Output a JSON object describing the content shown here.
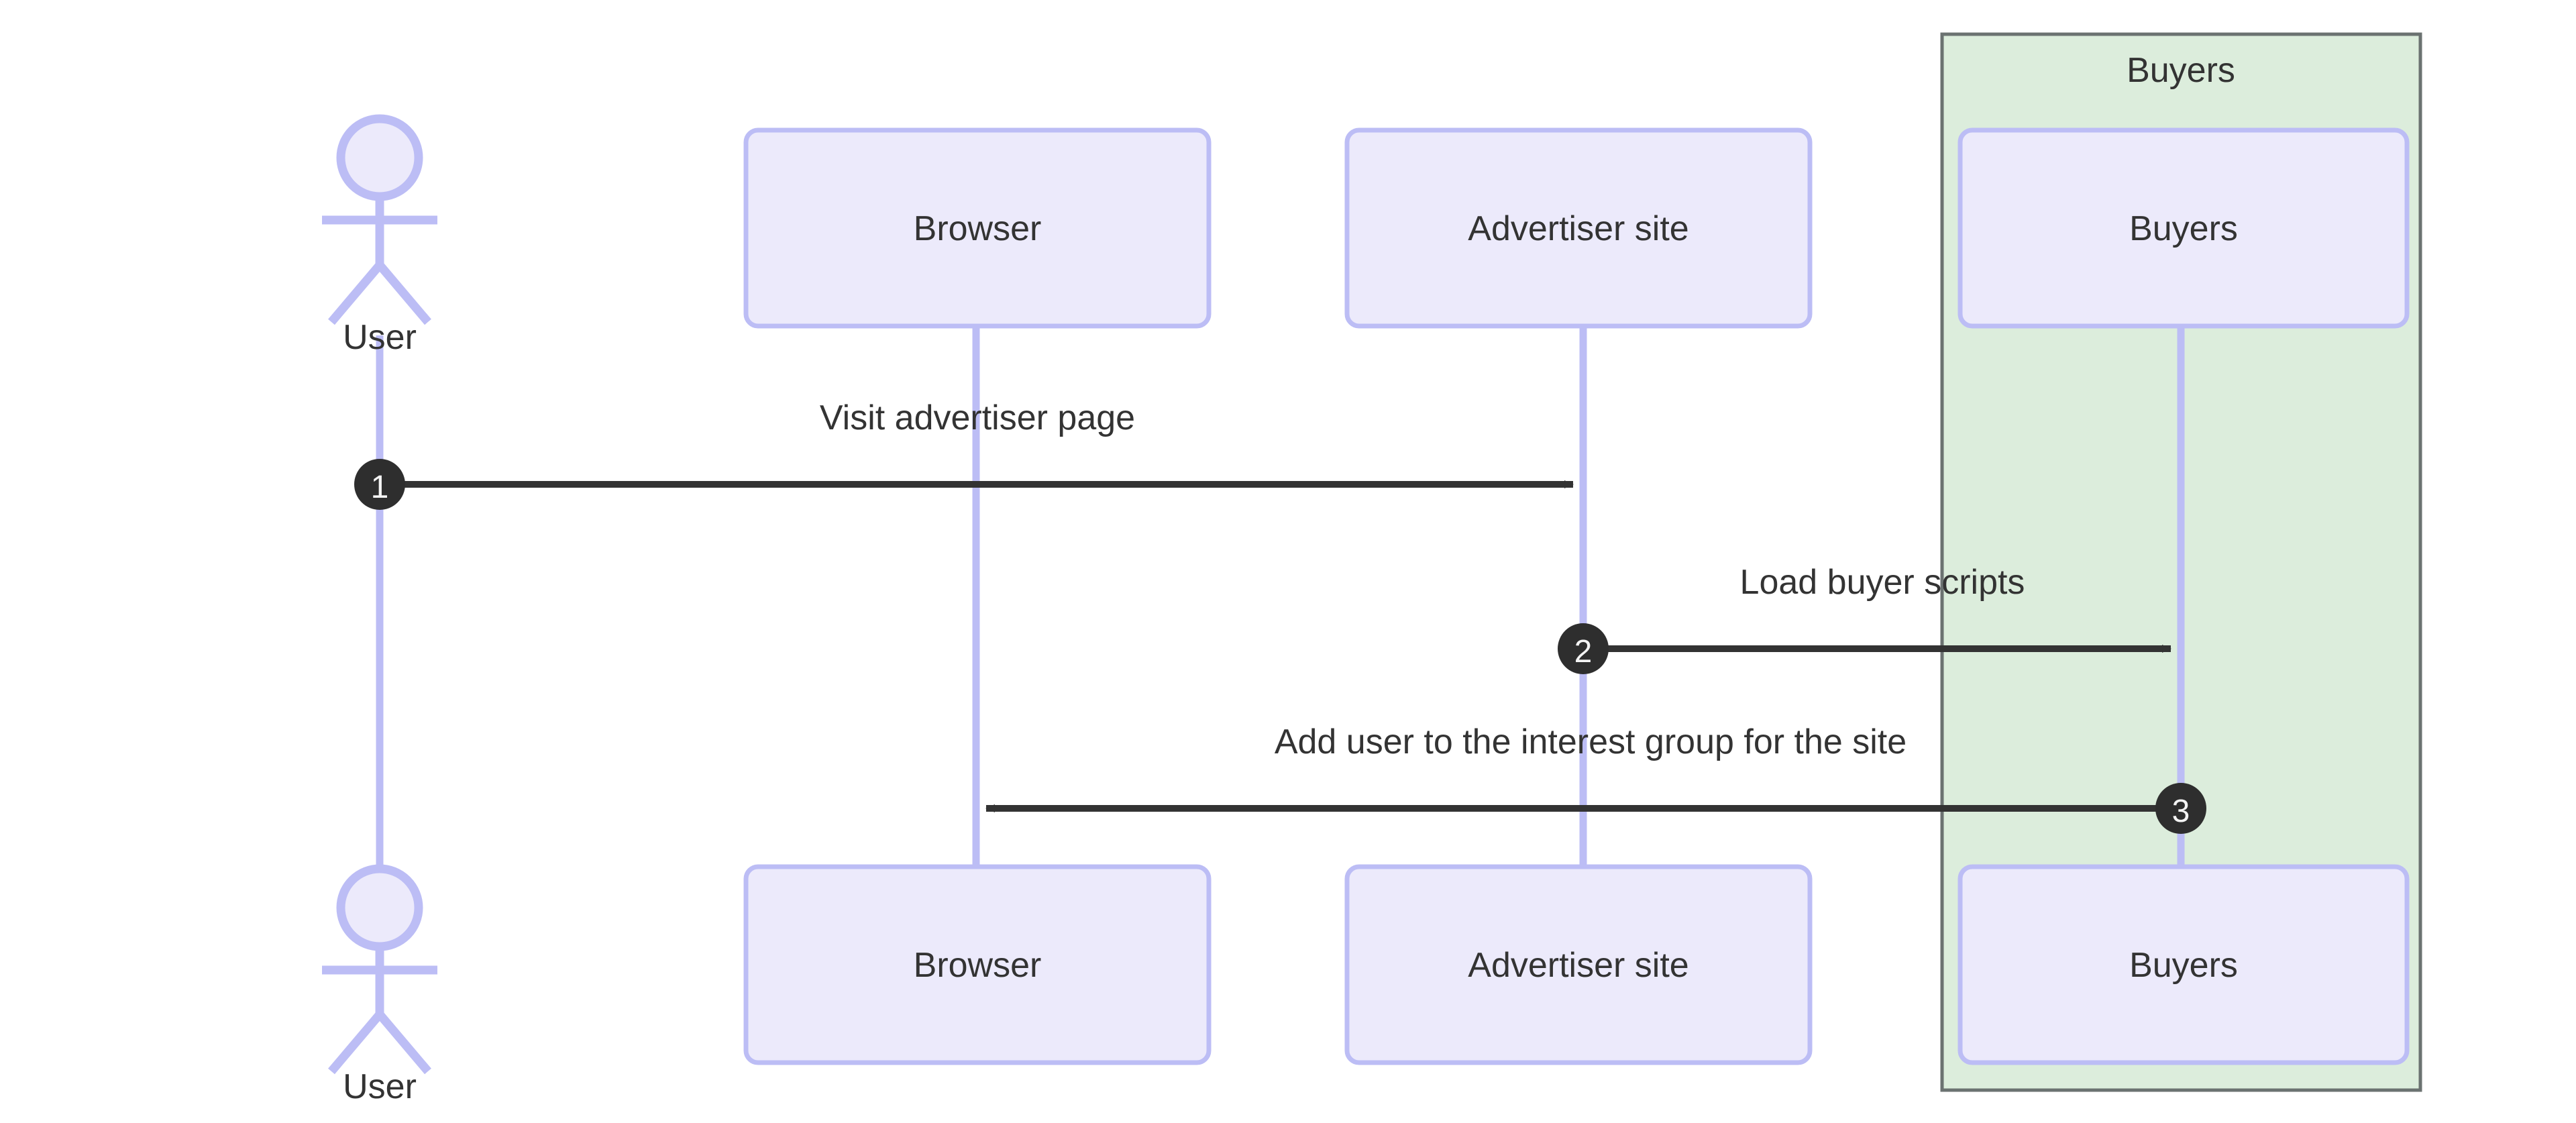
{
  "diagram": {
    "kind": "sequence-diagram",
    "background": "#ffffff",
    "colors": {
      "participant_fill": "#ECEAFB",
      "participant_stroke": "#BCBDF5",
      "lifeline_stroke": "#BCBDF5",
      "actor_stroke": "#BCBDF5",
      "actor_fill": "#ECEAFB",
      "group_fill": "#DCEDDC",
      "group_stroke": "#6B7271",
      "message_stroke": "#333333",
      "text_color": "#333333",
      "seq_circle_fill": "#2E2E2E",
      "seq_number_color": "#F4F4F4"
    },
    "actors": [
      {
        "id": "user-top",
        "label": "User",
        "position": "top"
      },
      {
        "id": "user-bottom",
        "label": "User",
        "position": "bottom"
      }
    ],
    "participants": [
      {
        "id": "browser-top",
        "label": "Browser",
        "position": "top"
      },
      {
        "id": "advertiser-top",
        "label": "Advertiser site",
        "position": "top"
      },
      {
        "id": "buyers-top",
        "label": "Buyers",
        "position": "top"
      },
      {
        "id": "browser-bottom",
        "label": "Browser",
        "position": "bottom"
      },
      {
        "id": "advertiser-bottom",
        "label": "Advertiser site",
        "position": "bottom"
      },
      {
        "id": "buyers-bottom",
        "label": "Buyers",
        "position": "bottom"
      }
    ],
    "group": {
      "id": "buyers-group",
      "title": "Buyers"
    },
    "messages": [
      {
        "number": "1",
        "label": "Visit advertiser page",
        "from": "User",
        "to": "Advertiser site",
        "direction": "right"
      },
      {
        "number": "2",
        "label": "Load buyer scripts",
        "from": "Advertiser site",
        "to": "Buyers",
        "direction": "right"
      },
      {
        "number": "3",
        "label": "Add user to the interest group for the site",
        "from": "Buyers",
        "to": "Browser",
        "direction": "left"
      }
    ]
  }
}
